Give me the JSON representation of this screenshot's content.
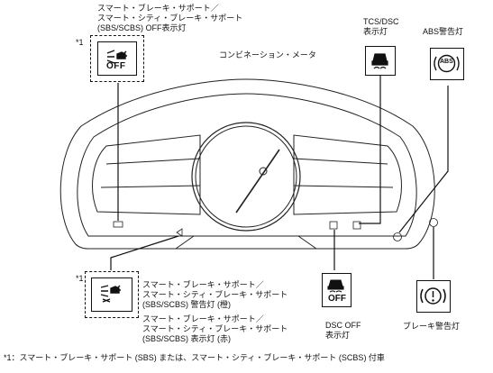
{
  "top_left_label": {
    "line1": "スマート・ブレーキ・サポート／",
    "line2": "スマート・シティ・ブレーキ・サポート",
    "line3": "(SBS/SCBS) OFF表示灯"
  },
  "footnote_mark_top": "*1",
  "combination_meter_label": "コンビネーション・メータ",
  "tcs_dsc_label": {
    "line1": "TCS/DSC",
    "line2": "表示灯"
  },
  "abs_label": "ABS警告灯",
  "abs_icon_text": "ABS",
  "sbs_off_icon_text": "OFF",
  "footnote_mark_bottom": "*1",
  "bottom_left_label_a": {
    "line1": "スマート・ブレーキ・サポート／",
    "line2": "スマート・シティ・ブレーキ・サポート",
    "line3": "(SBS/SCBS) 警告灯 (橙)"
  },
  "bottom_left_label_b": {
    "line1": "スマート・ブレーキ・サポート／",
    "line2": "スマート・シティ・ブレーキ・サポート",
    "line3": "(SBS/SCBS) 表示灯 (赤)"
  },
  "dsc_off_icon_text": "OFF",
  "dsc_off_label": {
    "line1": "DSC OFF",
    "line2": "表示灯"
  },
  "brake_label": "ブレーキ警告灯",
  "brake_icon_text": "(!)",
  "footnote": "*1：スマート・ブレーキ・サポート (SBS) または、スマート・シティ・ブレーキ・サポート (SCBS) 付車"
}
